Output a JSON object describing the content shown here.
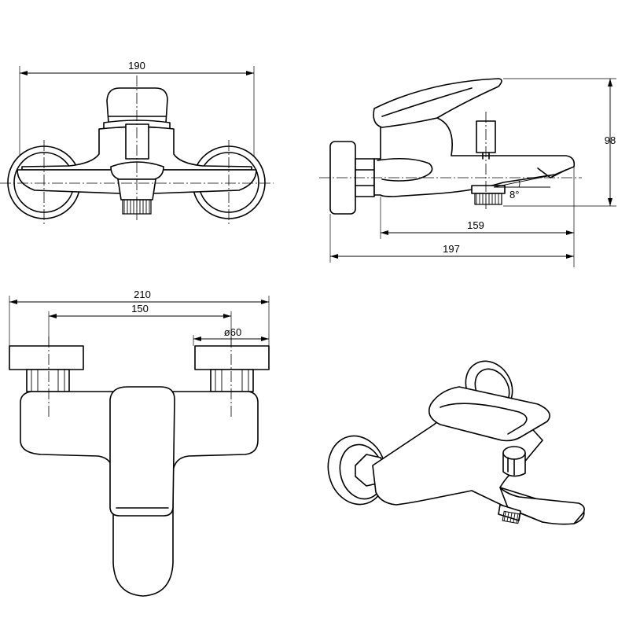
{
  "views": [
    "front-view",
    "side-view",
    "top-view",
    "isometric-view"
  ],
  "dimensions": {
    "front_width": "190",
    "side_height": "98",
    "spout_length": "159",
    "overall_depth": "197",
    "spout_angle": "8°",
    "overall_width": "210",
    "center_distance": "150",
    "escutcheon_diameter": "ø60"
  }
}
